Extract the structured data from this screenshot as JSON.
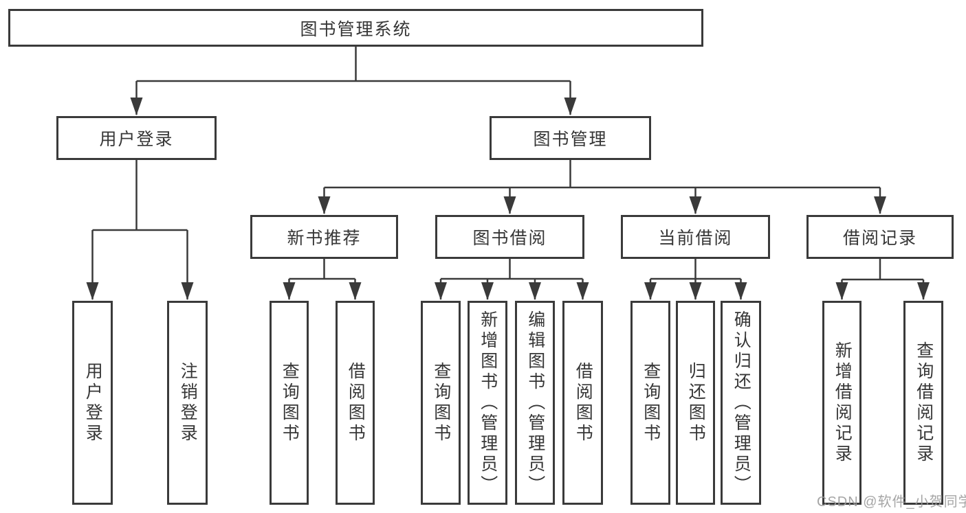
{
  "colors": {
    "line": "#3a3a3a",
    "box_border": "#3a3a3a",
    "box_background": "#ffffff",
    "text": "#363636",
    "watermark": "#9b9b9b"
  },
  "watermark": {
    "text": "CSDN @软件_小贺同学"
  },
  "tree": {
    "root": {
      "label": "图书管理系统",
      "children": [
        {
          "label": "用户登录",
          "children": [
            {
              "label": "用户登录"
            },
            {
              "label": "注销登录"
            }
          ]
        },
        {
          "label": "图书管理",
          "children": [
            {
              "label": "新书推荐",
              "children": [
                {
                  "label": "查询图书"
                },
                {
                  "label": "借阅图书"
                }
              ]
            },
            {
              "label": "图书借阅",
              "children": [
                {
                  "label": "查询图书"
                },
                {
                  "label": "新增图书（管理员）"
                },
                {
                  "label": "编辑图书（管理员）"
                },
                {
                  "label": "借阅图书"
                }
              ]
            },
            {
              "label": "当前借阅",
              "children": [
                {
                  "label": "查询图书"
                },
                {
                  "label": "归还图书"
                },
                {
                  "label": "确认归还（管理员）"
                }
              ]
            },
            {
              "label": "借阅记录",
              "children": [
                {
                  "label": "新增借阅记录"
                },
                {
                  "label": "查询借阅记录"
                }
              ]
            }
          ]
        }
      ]
    }
  }
}
